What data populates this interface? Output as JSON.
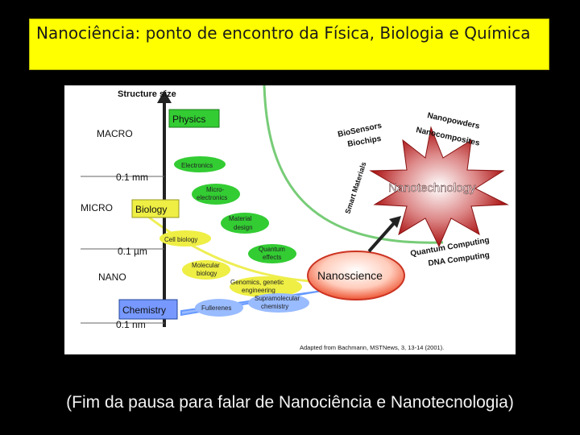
{
  "slide": {
    "title": "Nanociência: ponto de encontro da Física, Biologia e Química",
    "caption": "(Fim da pausa para falar de Nanociência e Nanotecnologia)"
  },
  "figure": {
    "axis_title": "Structure size",
    "scale": [
      "MACRO",
      "0.1 mm",
      "MICRO",
      "0.1 µm",
      "NANO",
      "0.1 nm"
    ],
    "disciplines": {
      "physics": "Physics",
      "biology": "Biology",
      "chemistry": "Chemistry"
    },
    "fields": {
      "electronics": "Electronics",
      "mems_1": "Micro-",
      "mems_2": "electronics",
      "material_1": "Material",
      "material_2": "design",
      "cell_biology": "Cell biology",
      "quantum_1": "Quantum",
      "quantum_2": "effects",
      "molbio_1": "Molecular",
      "molbio_2": "biology",
      "genomics_1": "Genomics, genetic",
      "genomics_2": "engineering",
      "supra_1": "Supramolecular",
      "supra_2": "chemistry",
      "fullerenes": "Fullerenes"
    },
    "nanoscience": "Nanoscience",
    "nanotechnology": "Nanotechnology",
    "applications": {
      "biosensors": "BioSensors",
      "biochips": "Biochips",
      "nanopowders": "Nanopowders",
      "nanocomposites": "Nanocomposites",
      "smart_materials": "Smart Materials",
      "quantum_computing": "Quantum Computing",
      "dna_computing": "DNA Computing"
    },
    "credit": "Adapted from Bachmann, MSTNews, 3, 13-14 (2001).",
    "colors": {
      "slide_bg": "#000000",
      "title_box": "#ffff00",
      "discipline_box": "#33cc33",
      "physics_curve": "#66cc66",
      "biology_curve": "#eeee44",
      "chemistry_curve": "#6699ff",
      "nanotech_star": "#aa1111",
      "nanoscience_ellipse": "#ffbbaa"
    }
  }
}
